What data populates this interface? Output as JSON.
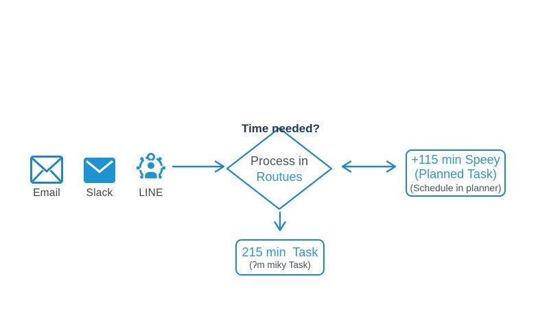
{
  "colors": {
    "background": "#ffffff",
    "stroke_blue": "#1e86c8",
    "icon_blue": "#1e93d2",
    "text_blue": "#2e96cc",
    "dark_navy": "#1b3a5c",
    "slate_text": "#46525d",
    "label_text": "#3b4248"
  },
  "sources": [
    {
      "label": "Email",
      "icon": "email-outline-envelope-icon"
    },
    {
      "label": "Slack",
      "icon": "filled-envelope-icon"
    },
    {
      "label": "LINE",
      "icon": "person-gear-icon"
    }
  ],
  "decision": {
    "question": "Time needed?",
    "line1": "Process in",
    "line2": "Routues"
  },
  "planned_box": {
    "line1": "+115 min Speey",
    "line2": "(Planned Task)",
    "line3": "(Schedule in planner)"
  },
  "task_box": {
    "line1": "215 min  Task",
    "line2": "(ʔm miky Task)"
  }
}
